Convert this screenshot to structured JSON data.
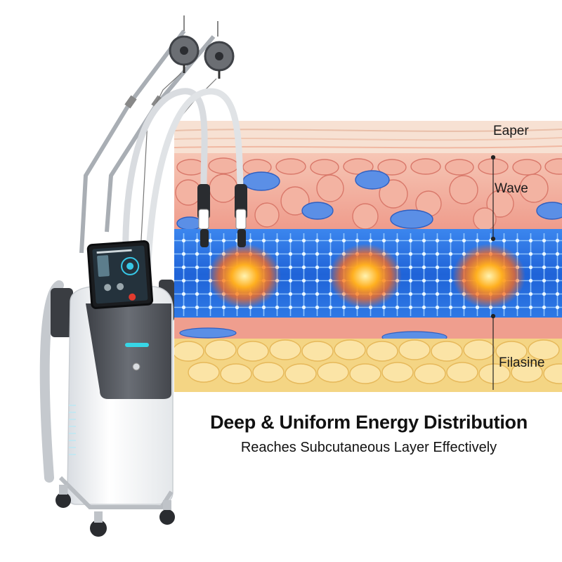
{
  "layers": {
    "top_label": "Eaper",
    "middle_label": "Wave",
    "bottom_label": "Filasine"
  },
  "caption": {
    "headline": "Deep & Uniform Energy Distribution",
    "subline": "Reaches Subcutaneous Layer Effectively"
  },
  "colors": {
    "epidermis": "#f6d9c8",
    "dermis": "#f2a89a",
    "energy_band": "#2a73e8",
    "hot_spot": "#ff8a1c",
    "fat": "#f7dc98",
    "machine_body": "#f1f2f4",
    "machine_panel": "#55585f",
    "indicator": "#37d6e6"
  },
  "icons": [
    "treatment-machine",
    "handpiece",
    "energy-focus-point"
  ]
}
